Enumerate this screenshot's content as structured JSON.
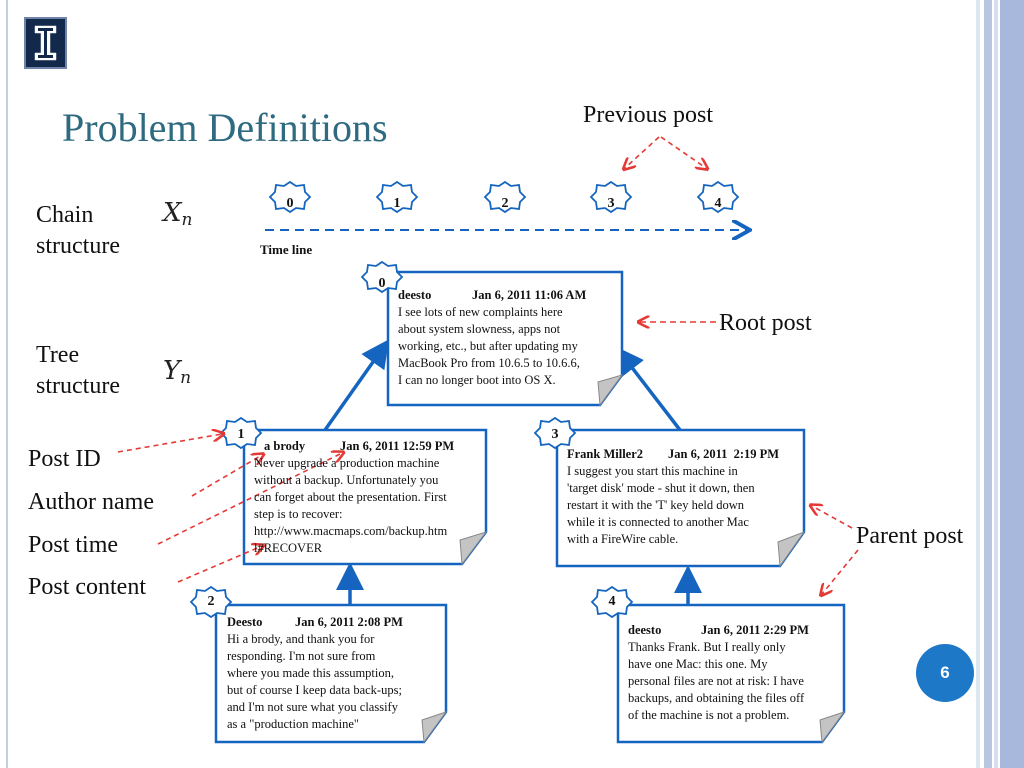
{
  "slide": {
    "title": "Problem Definitions",
    "page_number": "6"
  },
  "labels": {
    "chain": [
      "Chain",
      "structure"
    ],
    "tree": [
      "Tree",
      "structure"
    ],
    "chain_var": "X",
    "chain_sub": "n",
    "tree_var": "Y",
    "tree_sub": "n",
    "time_line": "Time line",
    "previous_post": "Previous post",
    "root_post": "Root post",
    "parent_post": "Parent post",
    "post_id": "Post ID",
    "author_name": "Author name",
    "post_time": "Post time",
    "post_content": "Post content"
  },
  "timeline": [
    "0",
    "1",
    "2",
    "3",
    "4"
  ],
  "posts": [
    {
      "id": "0",
      "author": "deesto",
      "time": "Jan 6, 2011 11:06 AM",
      "lines": [
        "I see lots of new complaints here",
        "about system slowness, apps not",
        "working, etc., but after updating my",
        "MacBook Pro from 10.6.5 to 10.6.6,",
        "I can no longer boot into OS X."
      ]
    },
    {
      "id": "1",
      "author": "a brody",
      "time": "Jan 6, 2011 12:59 PM",
      "lines": [
        "Never upgrade a production machine",
        "without a backup. Unfortunately you",
        "can forget about the presentation. First",
        "step is to recover:",
        "http://www.macmaps.com/backup.htm",
        "l#RECOVER"
      ]
    },
    {
      "id": "2",
      "author": "Deesto",
      "time": "Jan 6, 2011 2:08 PM",
      "lines": [
        "Hi a brody, and thank you for",
        "responding. I'm not sure from",
        "where you made this assumption,",
        "but of course I keep data back-ups;",
        "and I'm not sure what you classify",
        "as a \"production machine\""
      ]
    },
    {
      "id": "3",
      "author": "Frank Miller2",
      "time": "Jan 6, 2011  2:19 PM",
      "lines": [
        "I suggest you start this machine in",
        "'target disk' mode - shut it down, then",
        "restart it with the 'T' key held down",
        "while it is connected to another Mac",
        "with a FireWire cable."
      ]
    },
    {
      "id": "4",
      "author": "deesto",
      "time": "Jan 6, 2011 2:29 PM",
      "lines": [
        "Thanks Frank. But I really only",
        "have one Mac: this one. My",
        "personal files are not at risk: I have",
        "backups, and obtaining the files off",
        "of the machine is not a problem."
      ]
    }
  ],
  "colors": {
    "accent": "#1565c0",
    "title": "#2e6a80",
    "dashed": "#e53935",
    "page_badge": "#1e78c8"
  }
}
